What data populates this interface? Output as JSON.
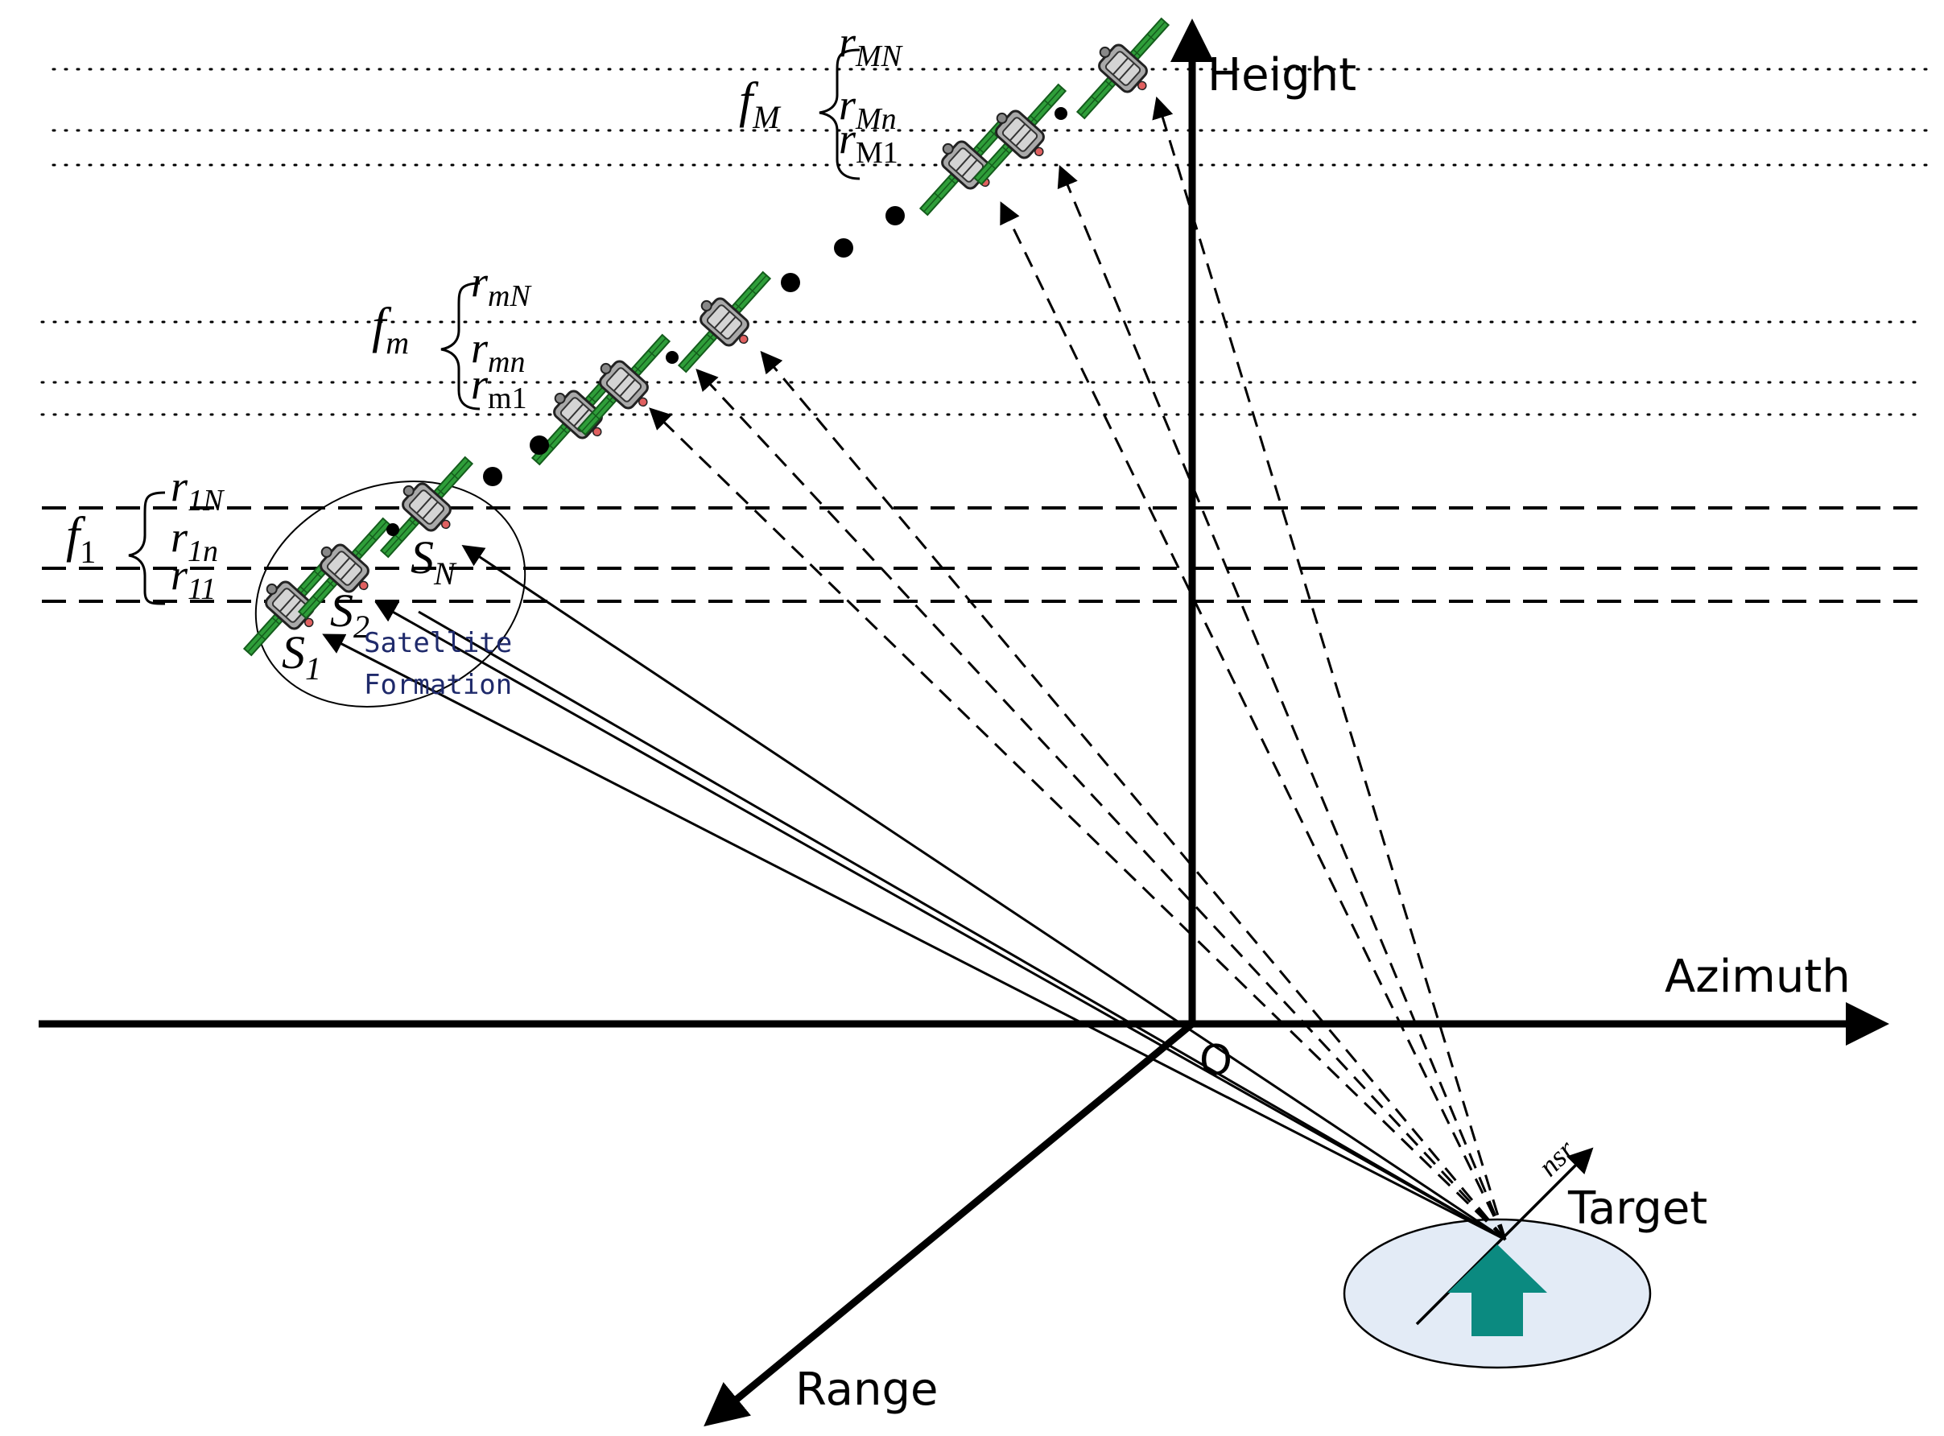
{
  "axes": {
    "height_label": "Height",
    "azimuth_label": "Azimuth",
    "range_label": "Range",
    "origin_label": "O"
  },
  "target": {
    "label": "Target",
    "axis_label": "nsr",
    "colors": {
      "ellipse_fill": "#e3ebf6",
      "arrow": "#0b8a80"
    }
  },
  "formation": {
    "label_line1": "Satellite",
    "label_line2": "Formation",
    "label_color": "#1f2a6b"
  },
  "satellites": {
    "s1": "S",
    "s1_sub": "1",
    "s2": "S",
    "s2_sub": "2",
    "sn": "S",
    "sn_sub": "N"
  },
  "groups": {
    "g1": {
      "f": "f",
      "f_sub": "1",
      "rN": "r",
      "rN_sub": "1N",
      "rn": "r",
      "rn_sub": "1n",
      "r1": "r",
      "r1_sub": "11"
    },
    "gm": {
      "f": "f",
      "f_sub": "m",
      "rN": "r",
      "rN_sub": "mN",
      "rn": "r",
      "rn_sub": "mn",
      "r1": "r",
      "r1_sub": "m1"
    },
    "gM": {
      "f": "f",
      "f_sub": "M",
      "rN": "r",
      "rN_sub": "MN",
      "rn": "r",
      "rn_sub": "Mn",
      "r1": "r",
      "r1_sub": "M1"
    }
  },
  "icons": {
    "satellite": "satellite-icon",
    "target_arrow": "up-arrow-icon"
  }
}
